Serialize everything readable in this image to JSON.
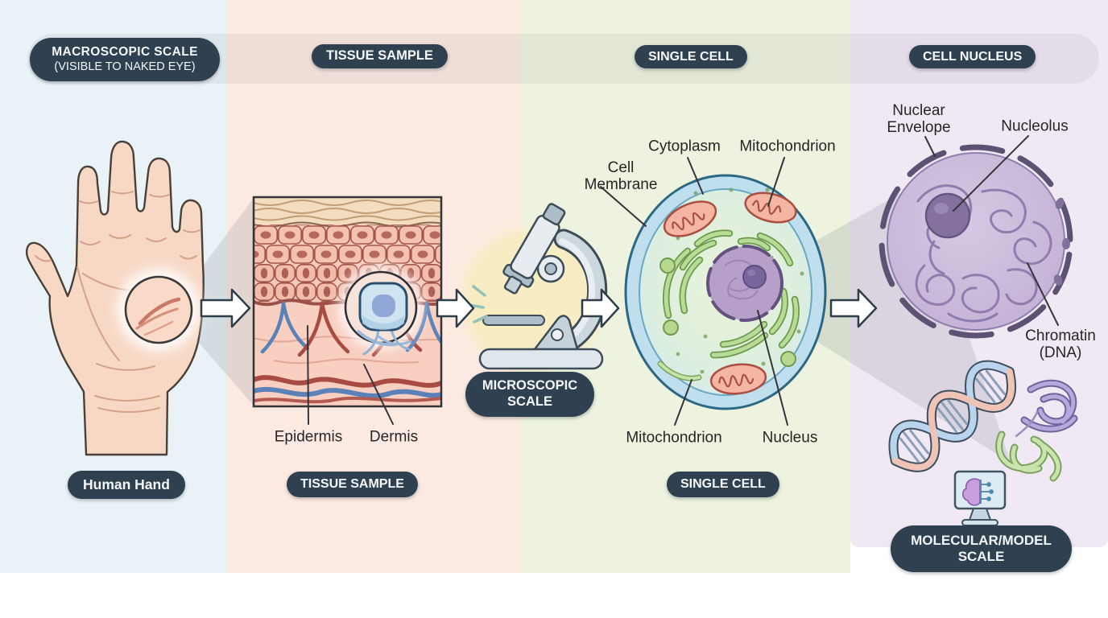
{
  "title": "Biological scale zoom diagram from human hand to molecular scale",
  "colors": {
    "badge_bg": "#2f4050",
    "badge_text": "#f4f7f9",
    "col_macroscopic": "#e9f3f7",
    "col_tissue": "#fceae2",
    "col_cell": "#edf3df",
    "col_nucleus": "#f0e9f4",
    "label_text": "#262626",
    "arrow_fill": "#ffffff",
    "arrow_outline": "#2e3d4a"
  },
  "headers": {
    "macroscopic": {
      "line1": "MACROSCOPIC SCALE",
      "line2": "(VISIBLE TO NAKED EYE)"
    },
    "tissue": "TISSUE SAMPLE",
    "cell": "SINGLE CELL",
    "nucleus": "CELL NUCLEUS"
  },
  "footers": {
    "hand": "Human Hand",
    "tissue": "TISSUE SAMPLE",
    "microscope": {
      "line1": "MICROSCOPIC",
      "line2": "SCALE"
    },
    "cell": "SINGLE CELL",
    "molecular": {
      "line1": "MOLECULAR/MODEL",
      "line2": "SCALE"
    }
  },
  "annotations": {
    "epidermis": "Epidermis",
    "dermis": "Dermis",
    "cell_membrane": {
      "line1": "Cell",
      "line2": "Membrane"
    },
    "cytoplasm": "Cytoplasm",
    "mitochondrion_top": "Mitochondrion",
    "mitochondrion_bottom": "Mitochondrion",
    "nucleus": "Nucleus",
    "nuclear_envelope": {
      "line1": "Nuclear",
      "line2": "Envelope"
    },
    "nucleolus": "Nucleolus",
    "chromatin": {
      "line1": "Chromatin",
      "line2": "(DNA)"
    }
  }
}
